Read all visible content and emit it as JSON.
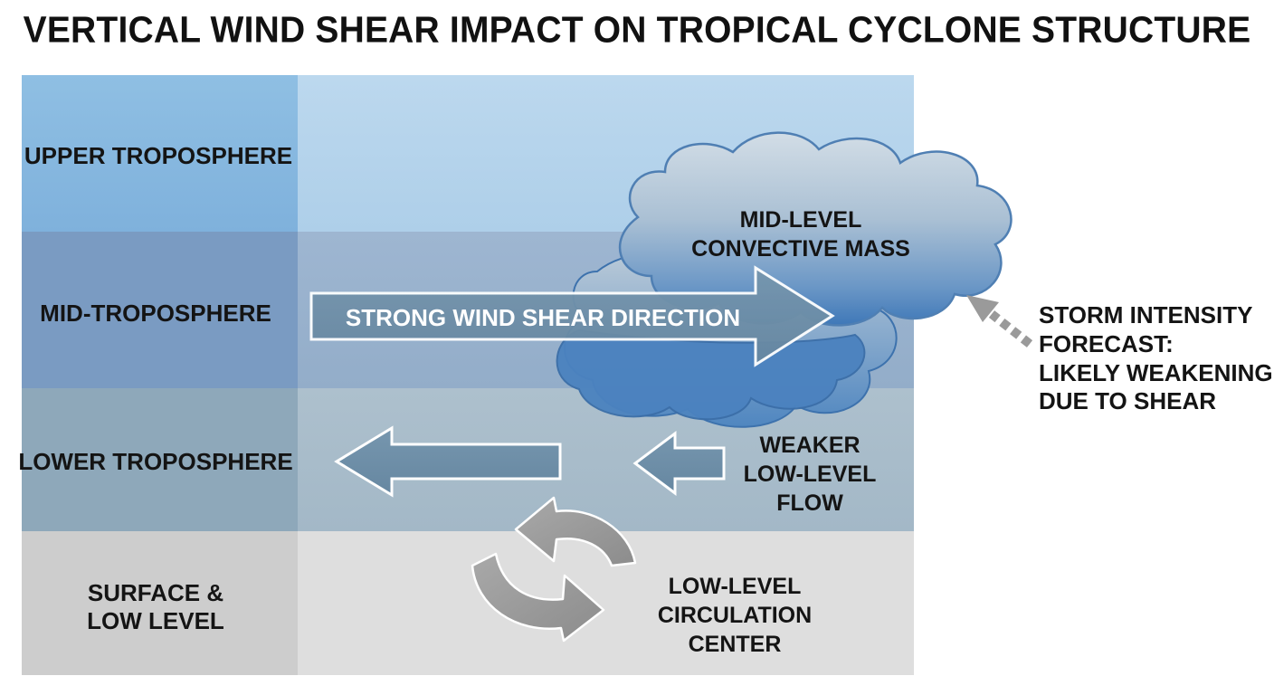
{
  "title": "VERTICAL WIND SHEAR IMPACT ON TROPICAL CYCLONE STRUCTURE",
  "layers": [
    {
      "label": "UPPER TROPOSPHERE"
    },
    {
      "label": "MID-TROPOSPHERE"
    },
    {
      "label": "LOWER TROPOSPHERE"
    },
    {
      "label_lines": [
        "SURFACE &",
        "LOW LEVEL"
      ]
    }
  ],
  "shear_arrow_label": "STRONG WIND SHEAR DIRECTION",
  "cloud_label_lines": [
    "MID-LEVEL",
    "CONVECTIVE MASS"
  ],
  "weak_flow_label_lines": [
    "WEAKER",
    "LOW-LEVEL",
    "FLOW"
  ],
  "circulation_label_lines": [
    "LOW-LEVEL",
    "CIRCULATION",
    "CENTER"
  ],
  "forecast_label_lines": [
    "STORM INTENSITY",
    "FORECAST:",
    "LIKELY WEAKENING",
    "DUE TO SHEAR"
  ],
  "colors": {
    "upper_band": "#b4d4ec",
    "mid_band": "#96b0cc",
    "lower_band": "#a9bdcb",
    "surface_band": "#dcdcdc",
    "arrow_fill": "#6d8ea8",
    "circulation_arrow": "#9a9a9a",
    "cloud_blue": "#4d83bd"
  }
}
